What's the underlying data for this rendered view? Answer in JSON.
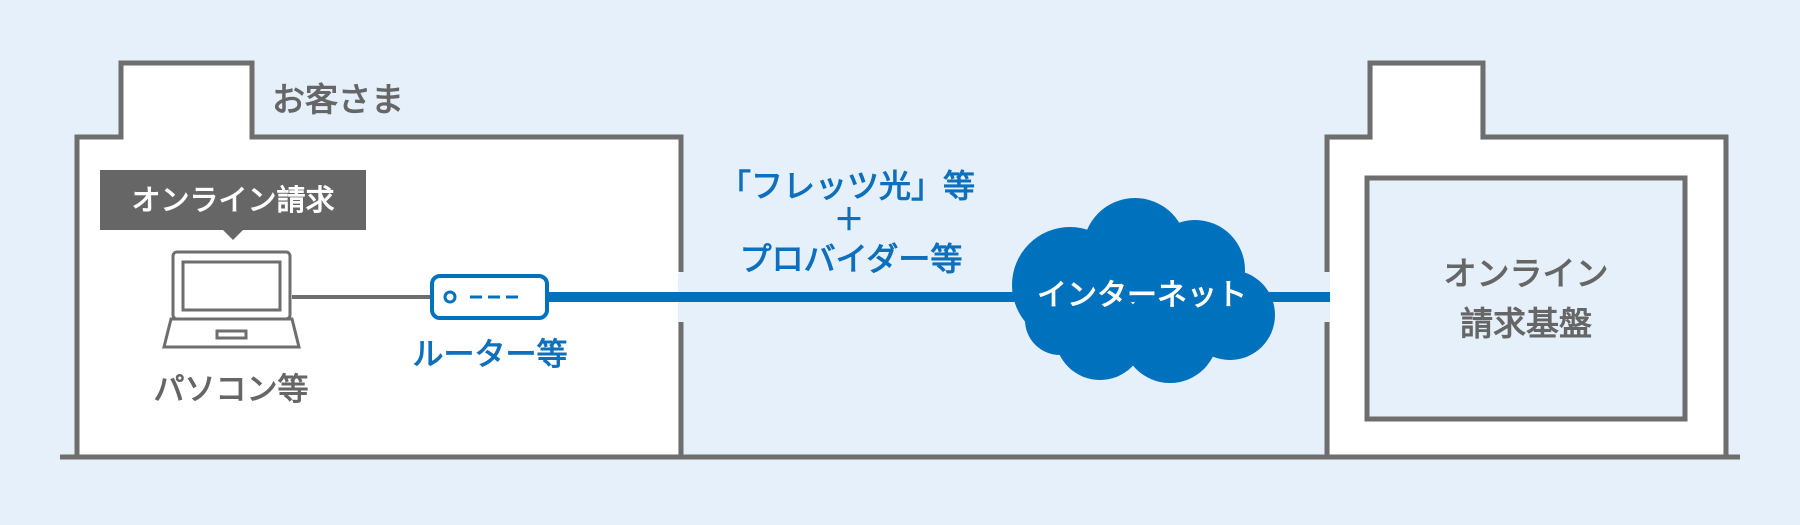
{
  "customer": {
    "label": "お客さま",
    "badge": "オンライン請求",
    "pc_label": "パソコン等",
    "router_label": "ルーター等"
  },
  "connection": {
    "line1": "「フレッツ光」等",
    "plus": "＋",
    "line2": "プロバイダー等"
  },
  "internet": {
    "label": "インターネット"
  },
  "server": {
    "line1": "オンライン",
    "line2": "請求基盤"
  },
  "colors": {
    "background": "#e5f0fb",
    "building_fill": "#ffffff",
    "outline_gray": "#6e6e6e",
    "badge_fill": "#666666",
    "accent_blue": "#0071bc",
    "label_blue": "#0e6fbd",
    "text_gray": "#666666"
  },
  "icons": [
    "laptop-icon",
    "router-icon",
    "cloud-icon"
  ]
}
